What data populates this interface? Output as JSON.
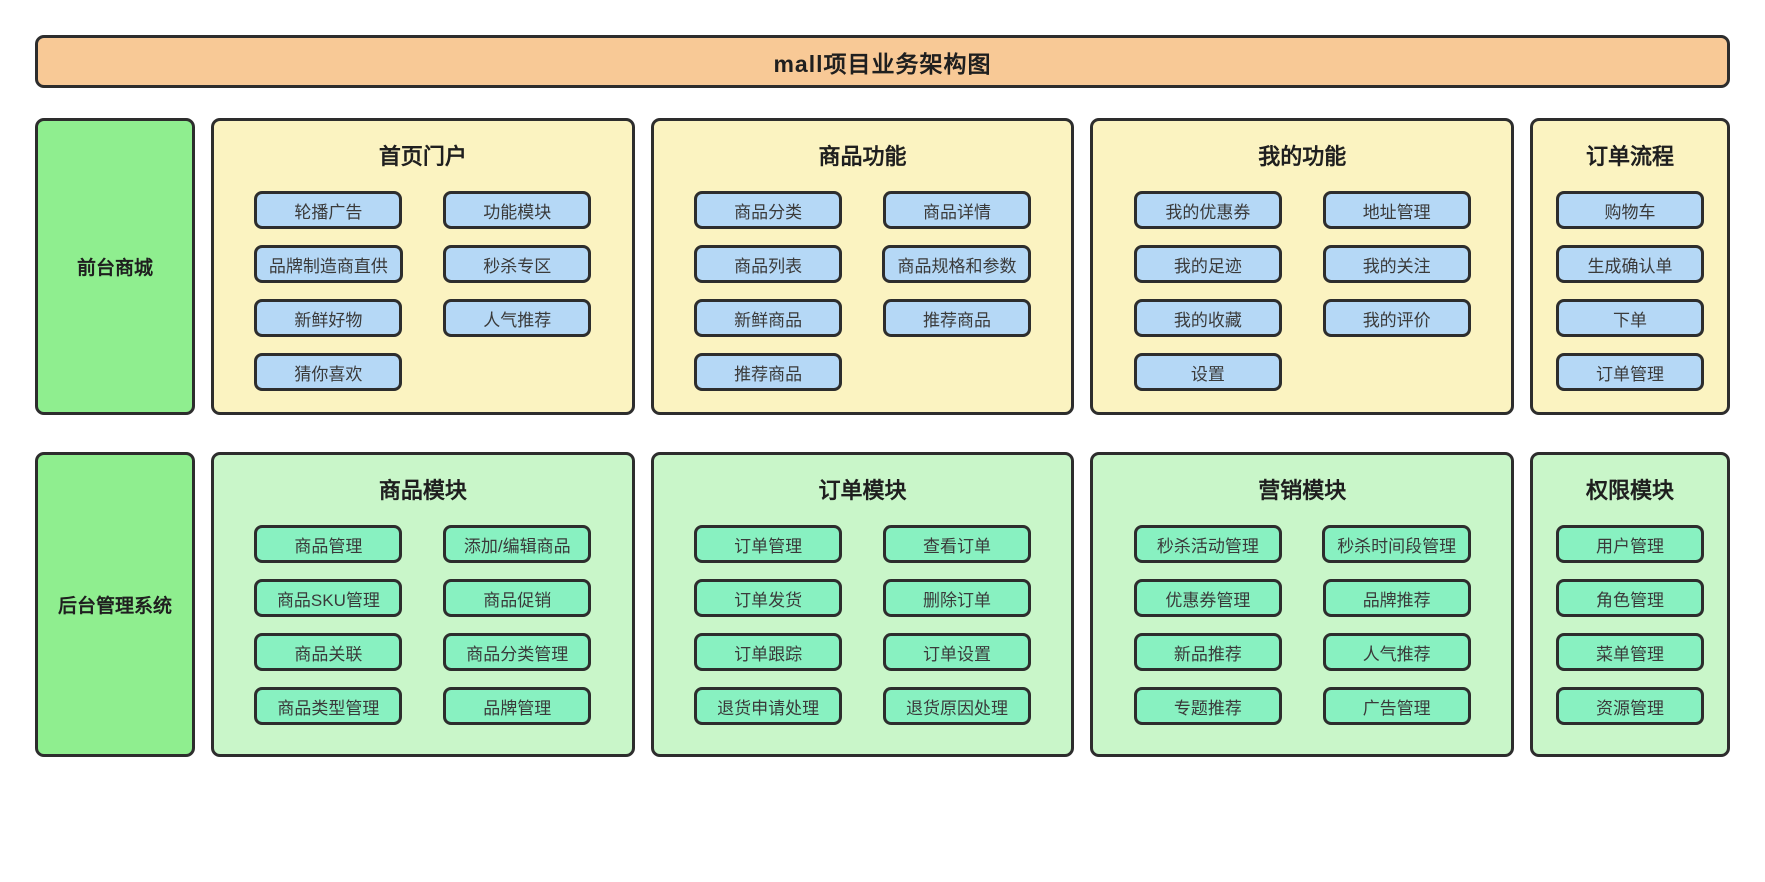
{
  "title": "mall项目业务架构图",
  "colors": {
    "banner_bg": "#F8C996",
    "front_panel_bg": "#FBF3C1",
    "front_button_bg": "#B5D8F6",
    "side_label_bg": "#8FEE8F",
    "admin_panel_bg": "#C9F6C9",
    "admin_button_bg": "#88F1C1",
    "border": "#2D2D2D",
    "title_text": "#1F1F1F",
    "button_text": "#3A3A3A"
  },
  "rows": [
    {
      "id": "frontend-mall",
      "label": "前台商城",
      "panels": [
        {
          "id": "home-portal",
          "title": "首页门户",
          "cols": 2,
          "buttons": [
            "轮播广告",
            "功能模块",
            "品牌制造商直供",
            "秒杀专区",
            "新鲜好物",
            "人气推荐",
            "猜你喜欢"
          ]
        },
        {
          "id": "product-features",
          "title": "商品功能",
          "cols": 2,
          "buttons": [
            "商品分类",
            "商品详情",
            "商品列表",
            "商品规格和参数",
            "新鲜商品",
            "推荐商品",
            "推荐商品"
          ]
        },
        {
          "id": "my-features",
          "title": "我的功能",
          "cols": 2,
          "buttons": [
            "我的优惠券",
            "地址管理",
            "我的足迹",
            "我的关注",
            "我的收藏",
            "我的评价",
            "设置"
          ]
        },
        {
          "id": "order-flow",
          "title": "订单流程",
          "cols": 1,
          "buttons": [
            "购物车",
            "生成确认单",
            "下单",
            "订单管理"
          ]
        }
      ]
    },
    {
      "id": "backend-admin",
      "label": "后台管理系统",
      "panels": [
        {
          "id": "product-module",
          "title": "商品模块",
          "cols": 2,
          "buttons": [
            "商品管理",
            "添加/编辑商品",
            "商品SKU管理",
            "商品促销",
            "商品关联",
            "商品分类管理",
            "商品类型管理",
            "品牌管理"
          ]
        },
        {
          "id": "order-module",
          "title": "订单模块",
          "cols": 2,
          "buttons": [
            "订单管理",
            "查看订单",
            "订单发货",
            "删除订单",
            "订单跟踪",
            "订单设置",
            "退货申请处理",
            "退货原因处理"
          ]
        },
        {
          "id": "marketing-module",
          "title": "营销模块",
          "cols": 2,
          "buttons": [
            "秒杀活动管理",
            "秒杀时间段管理",
            "优惠券管理",
            "品牌推荐",
            "新品推荐",
            "人气推荐",
            "专题推荐",
            "广告管理"
          ]
        },
        {
          "id": "permission-module",
          "title": "权限模块",
          "cols": 1,
          "buttons": [
            "用户管理",
            "角色管理",
            "菜单管理",
            "资源管理"
          ]
        }
      ]
    }
  ]
}
